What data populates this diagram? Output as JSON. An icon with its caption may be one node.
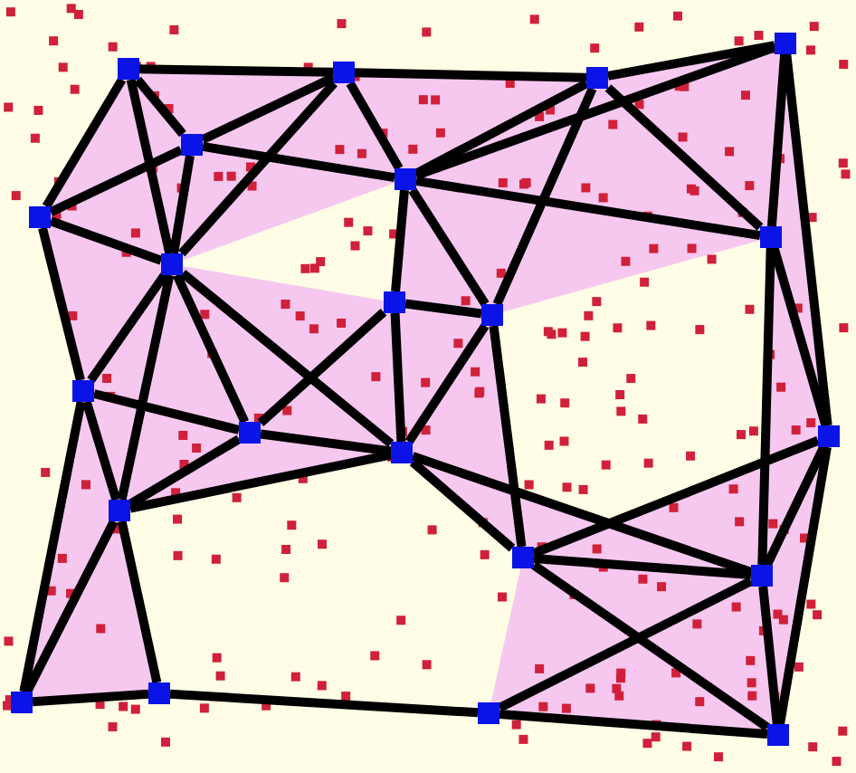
{
  "diagram": {
    "nodes": [
      {
        "text": [],
        "shape": "box"
      },
      {
        "text": [],
        "shape": "box"
      },
      {
        "text": [],
        "shape": "box"
      },
      {
        "text": [],
        "shape": "box"
      },
      {
        "text": [],
        "shape": "box"
      },
      {
        "text": [],
        "shape": "box"
      },
      {
        "text": [],
        "shape": "box"
      },
      {
        "text": [],
        "shape": "box"
      },
      {
        "text": [],
        "shape": "box"
      },
      {
        "text": [],
        "shape": "box"
      },
      {
        "text": [],
        "shape": "box"
      },
      {
        "text": [],
        "shape": "box"
      },
      {
        "text": [],
        "shape": "box"
      },
      {
        "text": [],
        "shape": "box"
      },
      {
        "text": [],
        "shape": "box"
      },
      {
        "text": [],
        "shape": "box"
      },
      {
        "text": [],
        "shape": "box"
      },
      {
        "text": [],
        "shape": "box"
      },
      {
        "text": [],
        "shape": "box"
      },
      {
        "text": [],
        "shape": "box"
      },
      {
        "text": [],
        "shape": "box"
      },
      {
        "text": [],
        "shape": "box"
      }
    ],
    "edges": [
      {
        "from": 0,
        "to": 1,
        "arrow": "none"
      },
      {
        "from": 1,
        "to": 2,
        "arrow": "none"
      },
      {
        "from": 2,
        "to": 3,
        "arrow": "none"
      },
      {
        "from": 0,
        "to": 4,
        "arrow": "none"
      },
      {
        "from": 0,
        "to": 6,
        "arrow": "none"
      },
      {
        "from": 0,
        "to": 7,
        "arrow": "none"
      },
      {
        "from": 4,
        "to": 1,
        "arrow": "none"
      },
      {
        "from": 4,
        "to": 6,
        "arrow": "none"
      },
      {
        "from": 4,
        "to": 7,
        "arrow": "none"
      },
      {
        "from": 4,
        "to": 5,
        "arrow": "none"
      },
      {
        "from": 1,
        "to": 5,
        "arrow": "none"
      },
      {
        "from": 1,
        "to": 7,
        "arrow": "none"
      },
      {
        "from": 5,
        "to": 2,
        "arrow": "none"
      },
      {
        "from": 5,
        "to": 3,
        "arrow": "none"
      },
      {
        "from": 2,
        "to": 8,
        "arrow": "none"
      },
      {
        "from": 5,
        "to": 8,
        "arrow": "none"
      },
      {
        "from": 2,
        "to": 10,
        "arrow": "none"
      },
      {
        "from": 5,
        "to": 9,
        "arrow": "none"
      },
      {
        "from": 5,
        "to": 10,
        "arrow": "none"
      },
      {
        "from": 3,
        "to": 8,
        "arrow": "none"
      },
      {
        "from": 3,
        "to": 14,
        "arrow": "none"
      },
      {
        "from": 6,
        "to": 7,
        "arrow": "none"
      },
      {
        "from": 6,
        "to": 11,
        "arrow": "none"
      },
      {
        "from": 7,
        "to": 11,
        "arrow": "none"
      },
      {
        "from": 7,
        "to": 12,
        "arrow": "none"
      },
      {
        "from": 7,
        "to": 13,
        "arrow": "none"
      },
      {
        "from": 7,
        "to": 15,
        "arrow": "none"
      },
      {
        "from": 9,
        "to": 12,
        "arrow": "none"
      },
      {
        "from": 9,
        "to": 13,
        "arrow": "none"
      },
      {
        "from": 9,
        "to": 10,
        "arrow": "none"
      },
      {
        "from": 10,
        "to": 13,
        "arrow": "none"
      },
      {
        "from": 10,
        "to": 16,
        "arrow": "none"
      },
      {
        "from": 11,
        "to": 12,
        "arrow": "none"
      },
      {
        "from": 11,
        "to": 15,
        "arrow": "none"
      },
      {
        "from": 11,
        "to": 18,
        "arrow": "none"
      },
      {
        "from": 12,
        "to": 13,
        "arrow": "none"
      },
      {
        "from": 12,
        "to": 15,
        "arrow": "none"
      },
      {
        "from": 15,
        "to": 13,
        "arrow": "none"
      },
      {
        "from": 13,
        "to": 16,
        "arrow": "none"
      },
      {
        "from": 13,
        "to": 17,
        "arrow": "none"
      },
      {
        "from": 16,
        "to": 14,
        "arrow": "none"
      },
      {
        "from": 16,
        "to": 17,
        "arrow": "none"
      },
      {
        "from": 16,
        "to": 21,
        "arrow": "none"
      },
      {
        "from": 8,
        "to": 17,
        "arrow": "none"
      },
      {
        "from": 8,
        "to": 14,
        "arrow": "none"
      },
      {
        "from": 14,
        "to": 17,
        "arrow": "none"
      },
      {
        "from": 14,
        "to": 21,
        "arrow": "none"
      },
      {
        "from": 17,
        "to": 21,
        "arrow": "none"
      },
      {
        "from": 20,
        "to": 17,
        "arrow": "none"
      },
      {
        "from": 20,
        "to": 21,
        "arrow": "none"
      },
      {
        "from": 15,
        "to": 18,
        "arrow": "none"
      },
      {
        "from": 15,
        "to": 19,
        "arrow": "none"
      },
      {
        "from": 18,
        "to": 19,
        "arrow": "none"
      },
      {
        "from": 19,
        "to": 20,
        "arrow": "none"
      }
    ]
  }
}
